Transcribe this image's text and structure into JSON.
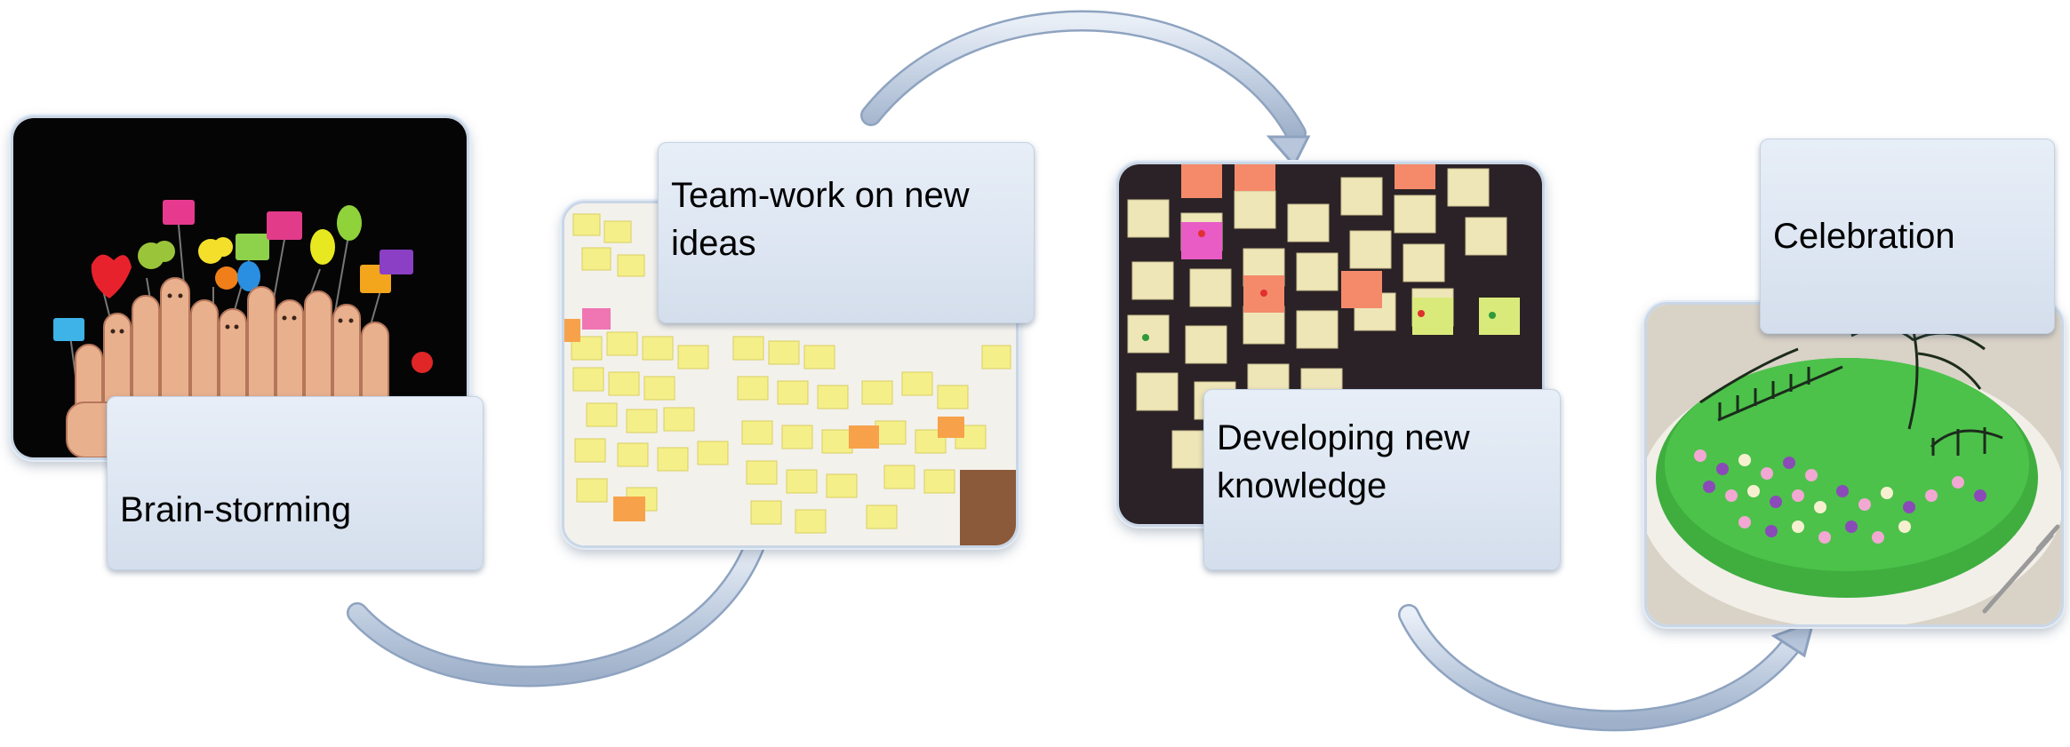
{
  "diagram": {
    "steps": [
      {
        "label": "Brain-storming",
        "image": "fingers-with-speech-bubbles-photo"
      },
      {
        "label": "Team-work on new ideas",
        "image": "sticky-notes-on-table-photo"
      },
      {
        "label": "Developing new knowledge",
        "image": "sticky-notes-on-wall-photo"
      },
      {
        "label": "Celebration",
        "image": "green-cake-photo"
      }
    ],
    "connector": "curved-arrow",
    "colors": {
      "label_fill": "#dde6f2",
      "label_border": "#c4d2e3",
      "arrow_fill": "#c6d3e4",
      "arrow_stroke": "#9eb0c9"
    }
  }
}
